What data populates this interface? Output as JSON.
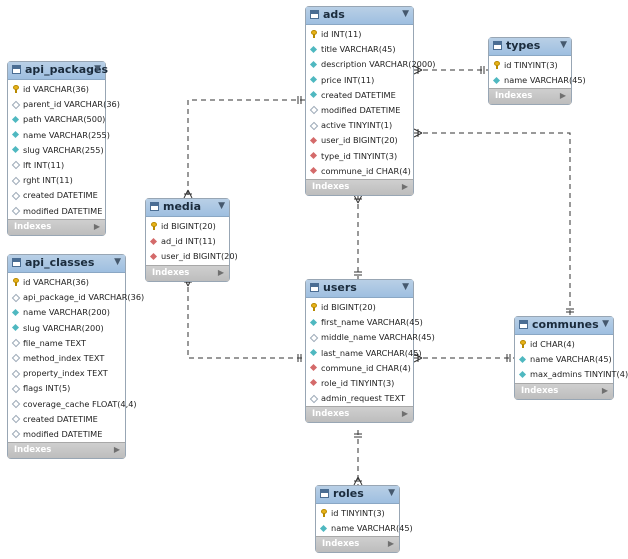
{
  "diagram": {
    "tables": [
      {
        "id": "api_packages",
        "name": "api_packages",
        "indexes_label": "Indexes",
        "columns": [
          {
            "text": "id VARCHAR(36)",
            "kind": "pk"
          },
          {
            "text": "parent_id VARCHAR(36)",
            "kind": "plain"
          },
          {
            "text": "path VARCHAR(500)",
            "kind": "nn"
          },
          {
            "text": "name VARCHAR(255)",
            "kind": "nn"
          },
          {
            "text": "slug VARCHAR(255)",
            "kind": "nn"
          },
          {
            "text": "lft INT(11)",
            "kind": "plain"
          },
          {
            "text": "rght INT(11)",
            "kind": "plain"
          },
          {
            "text": "created DATETIME",
            "kind": "plain"
          },
          {
            "text": "modified DATETIME",
            "kind": "plain"
          }
        ]
      },
      {
        "id": "api_classes",
        "name": "api_classes",
        "indexes_label": "Indexes",
        "columns": [
          {
            "text": "id VARCHAR(36)",
            "kind": "pk"
          },
          {
            "text": "api_package_id VARCHAR(36)",
            "kind": "plain"
          },
          {
            "text": "name VARCHAR(200)",
            "kind": "nn"
          },
          {
            "text": "slug VARCHAR(200)",
            "kind": "nn"
          },
          {
            "text": "file_name TEXT",
            "kind": "plain"
          },
          {
            "text": "method_index TEXT",
            "kind": "plain"
          },
          {
            "text": "property_index TEXT",
            "kind": "plain"
          },
          {
            "text": "flags INT(5)",
            "kind": "plain"
          },
          {
            "text": "coverage_cache FLOAT(4,4)",
            "kind": "plain"
          },
          {
            "text": "created DATETIME",
            "kind": "plain"
          },
          {
            "text": "modified DATETIME",
            "kind": "plain"
          }
        ]
      },
      {
        "id": "media",
        "name": "media",
        "indexes_label": "Indexes",
        "columns": [
          {
            "text": "id BIGINT(20)",
            "kind": "pk"
          },
          {
            "text": "ad_id INT(11)",
            "kind": "fk"
          },
          {
            "text": "user_id BIGINT(20)",
            "kind": "fk"
          }
        ]
      },
      {
        "id": "ads",
        "name": "ads",
        "indexes_label": "Indexes",
        "columns": [
          {
            "text": "id INT(11)",
            "kind": "pk"
          },
          {
            "text": "title VARCHAR(45)",
            "kind": "nn"
          },
          {
            "text": "description VARCHAR(2000)",
            "kind": "nn"
          },
          {
            "text": "price INT(11)",
            "kind": "nn"
          },
          {
            "text": "created DATETIME",
            "kind": "nn"
          },
          {
            "text": "modified DATETIME",
            "kind": "plain"
          },
          {
            "text": "active TINYINT(1)",
            "kind": "plain"
          },
          {
            "text": "user_id BIGINT(20)",
            "kind": "fk"
          },
          {
            "text": "type_id TINYINT(3)",
            "kind": "fk"
          },
          {
            "text": "commune_id CHAR(4)",
            "kind": "fk"
          }
        ]
      },
      {
        "id": "types",
        "name": "types",
        "indexes_label": "Indexes",
        "columns": [
          {
            "text": "id TINYINT(3)",
            "kind": "pk"
          },
          {
            "text": "name VARCHAR(45)",
            "kind": "nn"
          }
        ]
      },
      {
        "id": "users",
        "name": "users",
        "indexes_label": "Indexes",
        "columns": [
          {
            "text": "id BIGINT(20)",
            "kind": "pk"
          },
          {
            "text": "first_name VARCHAR(45)",
            "kind": "nn"
          },
          {
            "text": "middle_name VARCHAR(45)",
            "kind": "plain"
          },
          {
            "text": "last_name VARCHAR(45)",
            "kind": "nn"
          },
          {
            "text": "commune_id CHAR(4)",
            "kind": "fk"
          },
          {
            "text": "role_id TINYINT(3)",
            "kind": "fk"
          },
          {
            "text": "admin_request TEXT",
            "kind": "plain"
          }
        ]
      },
      {
        "id": "communes",
        "name": "communes",
        "indexes_label": "Indexes",
        "columns": [
          {
            "text": "id CHAR(4)",
            "kind": "pk"
          },
          {
            "text": "name VARCHAR(45)",
            "kind": "nn"
          },
          {
            "text": "max_admins TINYINT(4)",
            "kind": "nn"
          }
        ]
      },
      {
        "id": "roles",
        "name": "roles",
        "indexes_label": "Indexes",
        "columns": [
          {
            "text": "id TINYINT(3)",
            "kind": "pk"
          },
          {
            "text": "name VARCHAR(45)",
            "kind": "nn"
          }
        ]
      }
    ],
    "relationships": [
      {
        "id": "ads-types",
        "from": "ads",
        "to": "types"
      },
      {
        "id": "ads-media",
        "from": "ads",
        "to": "media"
      },
      {
        "id": "ads-users",
        "from": "ads",
        "to": "users"
      },
      {
        "id": "ads-communes",
        "from": "ads",
        "to": "communes"
      },
      {
        "id": "media-users",
        "from": "media",
        "to": "users"
      },
      {
        "id": "users-communes",
        "from": "users",
        "to": "communes"
      },
      {
        "id": "users-roles",
        "from": "users",
        "to": "roles"
      }
    ],
    "colors": {
      "header": "#a9c7e4",
      "link": "#333333",
      "pk": "#e7b21a",
      "not_null": "#4fb8c0",
      "foreign_key": "#d46a6a"
    },
    "icons": {
      "table": "table-icon",
      "collapse": "chevron-down-icon",
      "expand": "triangle-right-icon",
      "pk": "key-icon",
      "nn": "diamond-filled-icon",
      "fk": "diamond-red-icon",
      "plain": "diamond-empty-icon"
    }
  }
}
